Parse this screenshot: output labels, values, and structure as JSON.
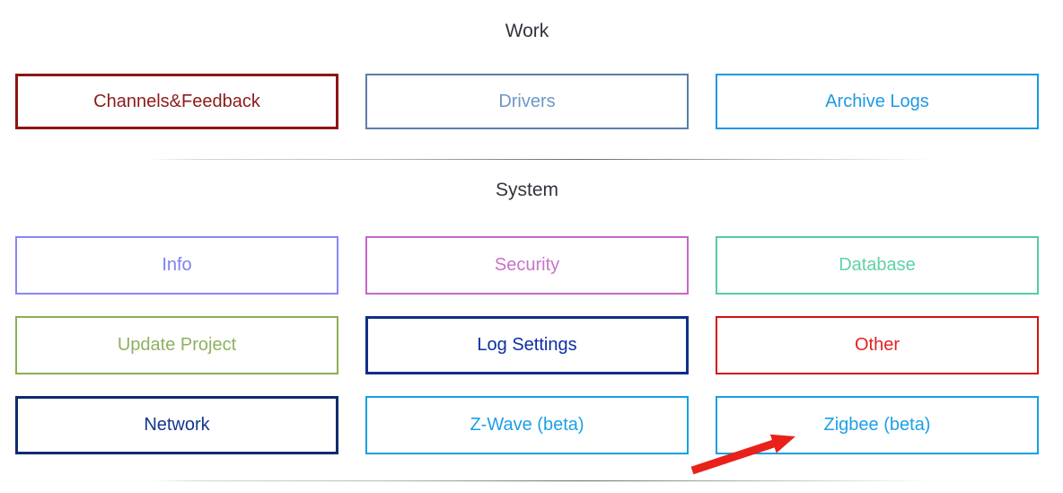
{
  "sections": [
    {
      "title": "Work",
      "buttons": [
        {
          "label": "Channels&Feedback",
          "border_color": "#8e1414",
          "text_color": "#8e1b1b",
          "border_width": 3
        },
        {
          "label": "Drivers",
          "border_color": "#5a7ea8",
          "text_color": "#6d97c9",
          "border_width": 2
        },
        {
          "label": "Archive Logs",
          "border_color": "#189ae4",
          "text_color": "#1e9ae4",
          "border_width": 2
        }
      ]
    },
    {
      "title": "System",
      "buttons": [
        {
          "label": "Info",
          "border_color": "#8787f2",
          "text_color": "#7f7ff2",
          "border_width": 2
        },
        {
          "label": "Security",
          "border_color": "#c767c7",
          "text_color": "#c972cc",
          "border_width": 2
        },
        {
          "label": "Database",
          "border_color": "#55cda0",
          "text_color": "#60d2a6",
          "border_width": 2
        },
        {
          "label": "Update Project",
          "border_color": "#8cae55",
          "text_color": "#8eb160",
          "border_width": 2
        },
        {
          "label": "Log Settings",
          "border_color": "#112e87",
          "text_color": "#0c2fa3",
          "border_width": 3
        },
        {
          "label": "Other",
          "border_color": "#d31111",
          "text_color": "#e32222",
          "border_width": 2
        },
        {
          "label": "Network",
          "border_color": "#0e2c6d",
          "text_color": "#16368e",
          "border_width": 3
        },
        {
          "label": "Z-Wave (beta)",
          "border_color": "#14a0e4",
          "text_color": "#1d9fe6",
          "border_width": 2
        },
        {
          "label": "Zigbee (beta)",
          "border_color": "#14a0e4",
          "text_color": "#1d9fe6",
          "border_width": 2
        }
      ]
    }
  ],
  "annotation_arrow": {
    "color": "#e8221a",
    "points_to": "Zigbee (beta)"
  }
}
